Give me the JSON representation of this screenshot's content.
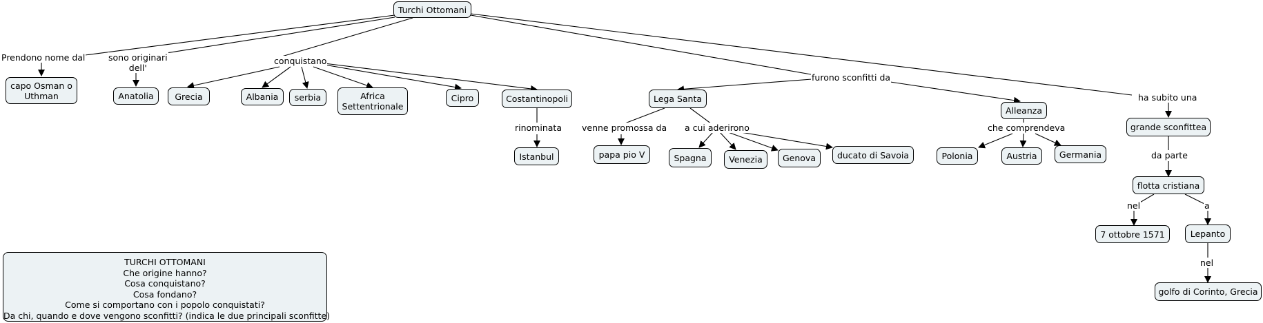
{
  "map": {
    "root": "Turchi Ottomani",
    "nodes": {
      "root": "Turchi Ottomani",
      "osman": "capo Osman o\nUthman",
      "anatolia": "Anatolia",
      "grecia": "Grecia",
      "albania": "Albania",
      "serbia": "serbia",
      "africa": "Africa\nSettentrionale",
      "cipro": "Cipro",
      "costantinopoli": "Costantinopoli",
      "istanbul": "Istanbul",
      "lega": "Lega Santa",
      "papa": "papa pio V",
      "spagna": "Spagna",
      "venezia": "Venezia",
      "genova": "Genova",
      "savoia": "ducato di Savoia",
      "alleanza": "Alleanza",
      "polonia": "Polonia",
      "austria": "Austria",
      "germania": "Germania",
      "sconfitta": "grande sconfittea",
      "flotta": "flotta cristiana",
      "data": "7 ottobre 1571",
      "lepanto": "Lepanto",
      "golfo": "golfo di Corinto, Grecia"
    },
    "links": {
      "prendono": "Prendono nome dal",
      "originari": "sono originari\ndell'",
      "conquistano": "conquistano",
      "rinominata": "rinominata",
      "sconfitti": "furono sconfitti da",
      "promossa": "venne promossa da",
      "aderirono": "a cui aderirono",
      "comprendeva": "che comprendeva",
      "subito": "ha subito una",
      "daparte": "da parte",
      "nel1": "nel",
      "a": "a",
      "nel2": "nel"
    }
  },
  "note": {
    "lines": [
      "TURCHI OTTOMANI",
      "Che origine hanno?",
      "Cosa conquistano?",
      "Cosa fondano?",
      "Come si comportano con i popolo conquistati?",
      "Da chi, quando e dove vengono sconfitti? (indica le due principali sconfitte)"
    ]
  },
  "colors": {
    "node_fill": "#ecf2f4",
    "stroke": "#000000"
  }
}
